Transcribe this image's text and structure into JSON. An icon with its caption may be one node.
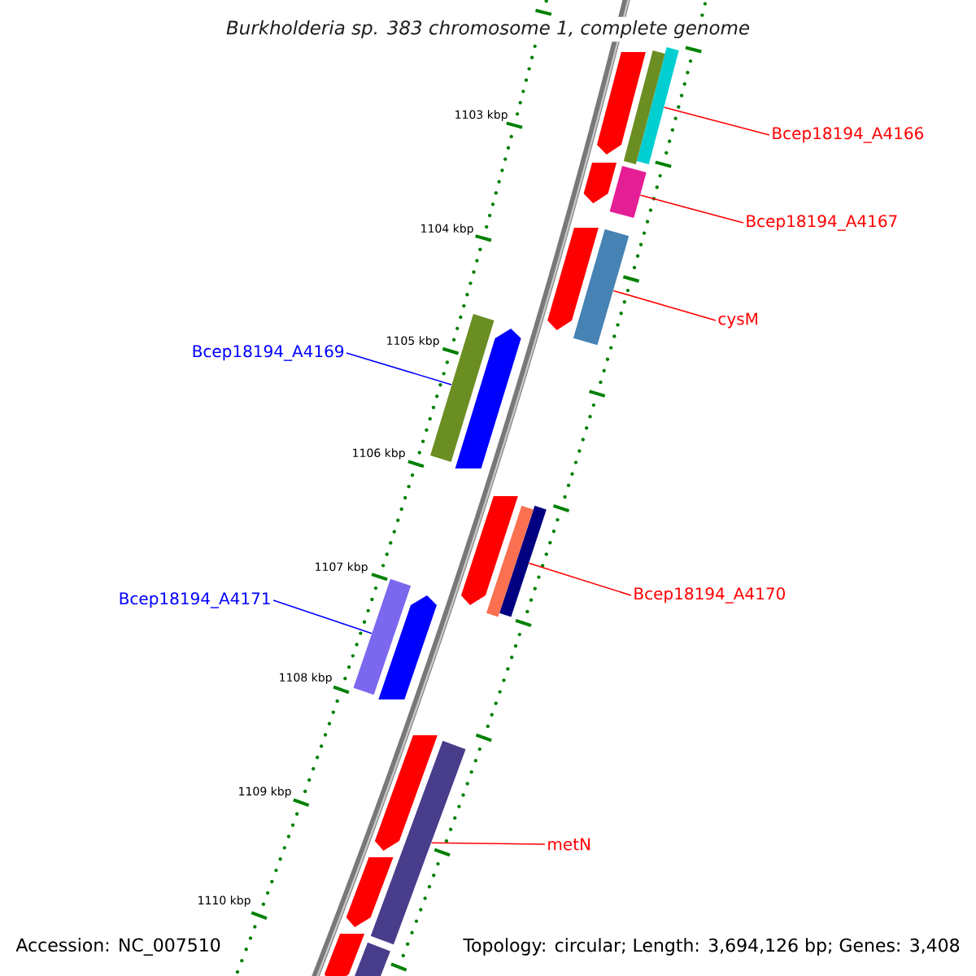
{
  "diagram": {
    "title": "Burkholderia sp. 383 chromosome 1, complete genome",
    "nodes": [
      {
        "text": [
          "Bcep18194_A4166"
        ]
      },
      {
        "text": [],
        "shape": "bar"
      },
      {
        "text": [
          "Bcep18194_A4167"
        ]
      },
      {
        "text": [],
        "shape": "bar"
      },
      {
        "text": [
          "cysM"
        ]
      },
      {
        "text": [],
        "shape": "bar"
      },
      {
        "text": [
          "Bcep18194_A4169"
        ]
      },
      {
        "text": [],
        "shape": "bar"
      },
      {
        "text": [
          "Bcep18194_A4171"
        ]
      },
      {
        "text": [],
        "shape": "bar"
      },
      {
        "text": [
          "Bcep18194_A4170"
        ]
      },
      {
        "text": [],
        "shape": "bar"
      },
      {
        "text": [
          "metN"
        ]
      },
      {
        "text": [],
        "shape": "bar"
      },
      {
        "text": [],
        "shape": "bar"
      },
      {
        "text": [],
        "shape": "bar"
      },
      {
        "text": [],
        "shape": "bar"
      },
      {
        "text": [],
        "shape": "bar"
      },
      {
        "text": [],
        "shape": "bar"
      },
      {
        "text": [],
        "shape": "bar"
      },
      {
        "text": [],
        "shape": "bar"
      },
      {
        "text": [],
        "shape": "bar"
      },
      {
        "text": [],
        "shape": "bar"
      },
      {
        "text": [],
        "shape": "bar"
      },
      {
        "text": [],
        "shape": "bar"
      },
      {
        "text": [],
        "shape": "bar"
      }
    ],
    "edges": [
      {
        "from": 0,
        "to": 1,
        "arrow": "none"
      },
      {
        "from": 2,
        "to": 3,
        "arrow": "none"
      },
      {
        "from": 4,
        "to": 5,
        "arrow": "none"
      },
      {
        "from": 6,
        "to": 7,
        "arrow": "none",
        "color": "#0000ff"
      },
      {
        "from": 8,
        "to": 9,
        "arrow": "none",
        "color": "#0000ff"
      },
      {
        "from": 10,
        "to": 11,
        "arrow": "none"
      },
      {
        "from": 12,
        "to": 13,
        "arrow": "none"
      }
    ],
    "labels": [
      "1103 kbp",
      "1104 kbp",
      "1105 kbp",
      "1106 kbp",
      "1107 kbp",
      "1108 kbp",
      "1109 kbp",
      "1110 kbp",
      "Accession: NC_007510",
      "Topology: circular; Length: 3,694,126 bp; Genes: 3,408"
    ]
  }
}
